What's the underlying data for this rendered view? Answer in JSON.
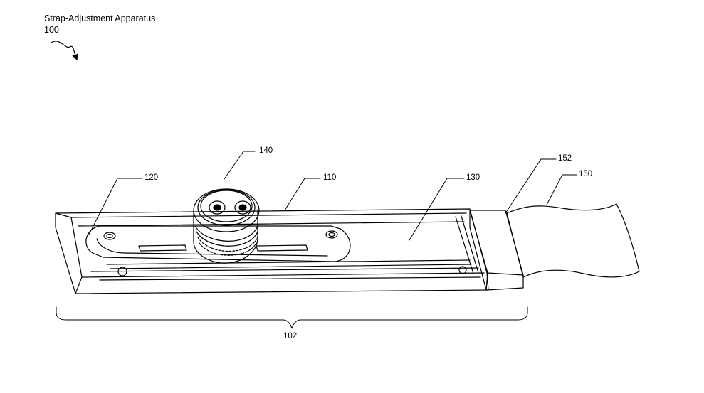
{
  "figure": {
    "title": "Strap-Adjustment Apparatus",
    "number": "100"
  },
  "references": {
    "r140": "140",
    "r120": "120",
    "r110": "110",
    "r130": "130",
    "r152": "152",
    "r150": "150",
    "r102": "102"
  },
  "colors": {
    "line": "#000000",
    "background": "#ffffff"
  }
}
